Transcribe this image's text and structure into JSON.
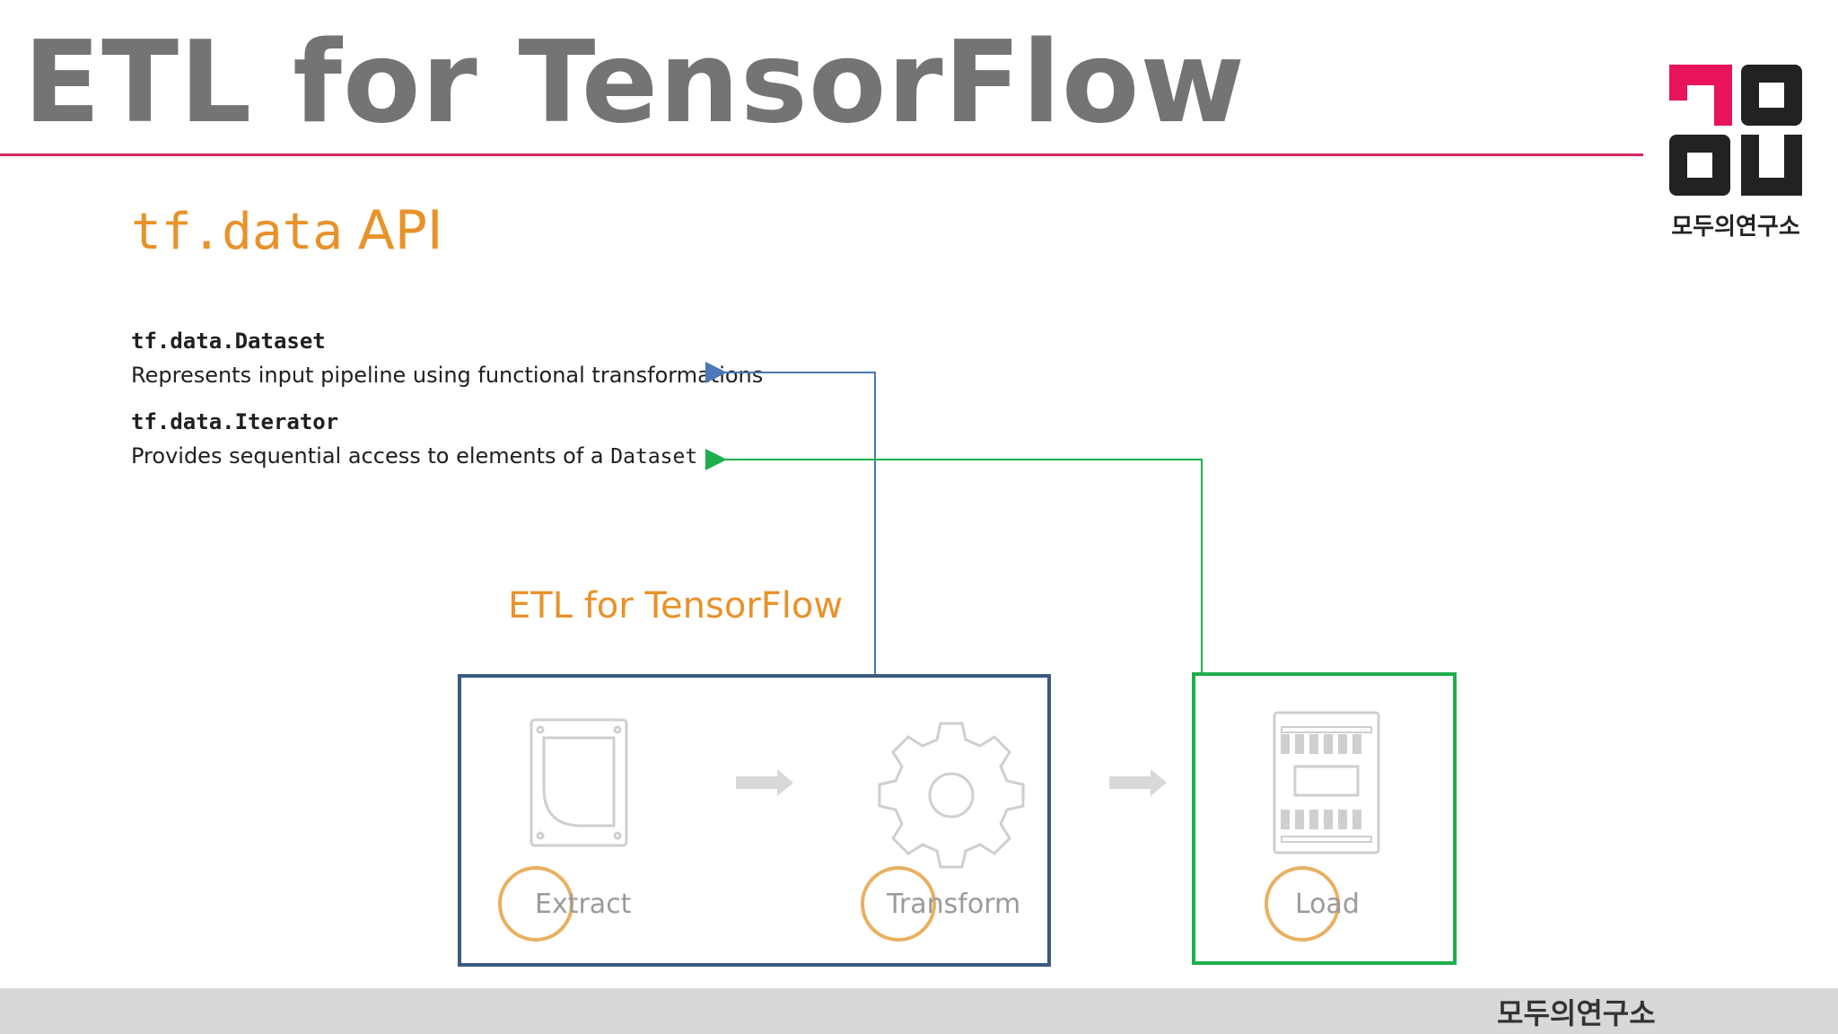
{
  "slide": {
    "title": "ETL for TensorFlow",
    "subtitle_code": "tf.data",
    "subtitle_text": "API"
  },
  "api_items": [
    {
      "name": "tf.data.Dataset",
      "description": "Represents input pipeline using functional transformations"
    },
    {
      "name": "tf.data.Iterator",
      "description": "Provides sequential access to elements of a",
      "description_code": "Dataset"
    }
  ],
  "diagram": {
    "title": "ETL for TensorFlow",
    "stages": [
      "Extract",
      "Transform",
      "Load"
    ]
  },
  "logo": {
    "text": "모두의연구소"
  },
  "footer": {
    "text": "모두의연구소"
  },
  "colors": {
    "title": "#747474",
    "accent": "#e8922a",
    "rule": "#d8285b",
    "box_blue": "#3c5a80",
    "box_green": "#1eae4e",
    "arrow_blue": "#4a78b8",
    "arrow_green": "#1eae4e",
    "logo_pink": "#e8145a"
  }
}
